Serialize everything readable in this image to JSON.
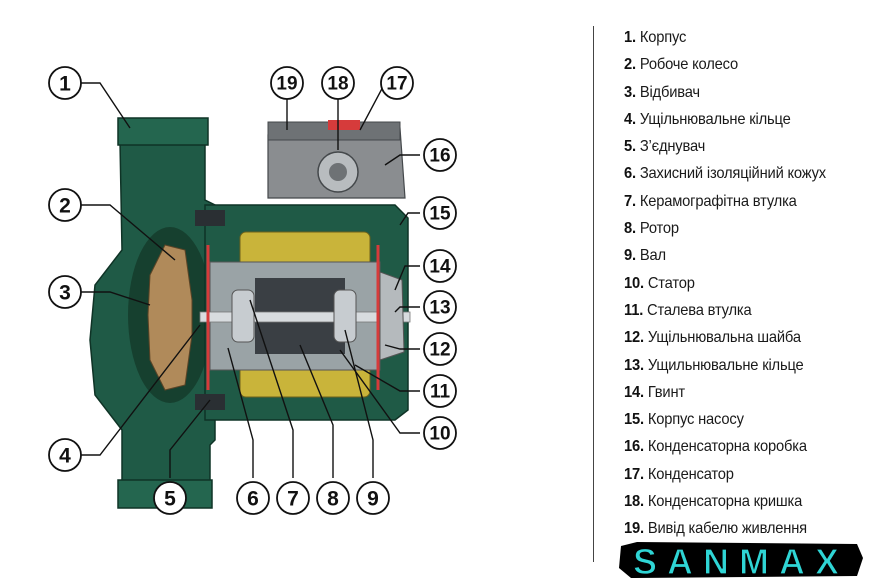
{
  "callouts": [
    "1",
    "2",
    "3",
    "4",
    "5",
    "6",
    "7",
    "8",
    "9",
    "10",
    "11",
    "12",
    "13",
    "14",
    "15",
    "16",
    "17",
    "18",
    "19"
  ],
  "legend": [
    {
      "num": "1.",
      "label": "Корпус"
    },
    {
      "num": "2.",
      "label": "Робоче колесо"
    },
    {
      "num": "3.",
      "label": "Відбивач"
    },
    {
      "num": "4.",
      "label": "Ущільнювальне кільце"
    },
    {
      "num": "5.",
      "label": "З’єднувач"
    },
    {
      "num": "6.",
      "label": "Захисний ізоляційний кожух"
    },
    {
      "num": "7.",
      "label": "Керамографітна втулка"
    },
    {
      "num": "8.",
      "label": "Ротор"
    },
    {
      "num": "9.",
      "label": "Вал"
    },
    {
      "num": "10.",
      "label": "Статор"
    },
    {
      "num": "11.",
      "label": "Сталева втулка"
    },
    {
      "num": "12.",
      "label": "Ущільнювальна шайба"
    },
    {
      "num": "13.",
      "label": "Ущильнювальне кільце"
    },
    {
      "num": "14.",
      "label": "Гвинт"
    },
    {
      "num": "15.",
      "label": "Корпус насосу"
    },
    {
      "num": "16.",
      "label": "Конденсаторна коробка"
    },
    {
      "num": "17.",
      "label": "Конденсатор"
    },
    {
      "num": "18.",
      "label": "Конденсаторна кришка"
    },
    {
      "num": "19.",
      "label": "Вивід кабелю живлення"
    }
  ],
  "brand": {
    "name": "SANMAX"
  },
  "colors": {
    "housing": "#1f5a46",
    "stator": "#c9b43a",
    "capacitor_box": "#8a8d90",
    "seal": "#d63b3b",
    "brand": "#2fd5d5"
  }
}
